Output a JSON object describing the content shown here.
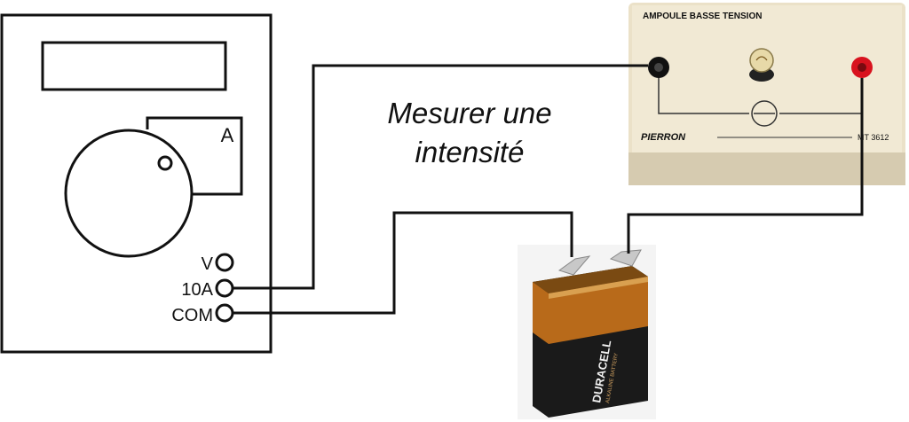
{
  "title": {
    "line1": "Mesurer une",
    "line2": "intensité"
  },
  "multimeter": {
    "range_label": "A",
    "terminals": {
      "v": "V",
      "ten_a": "10A",
      "com": "COM"
    }
  },
  "lamp_box": {
    "label": "AMPOULE BASSE TENSION",
    "brand": "PIERRON",
    "reference": "MT 3612",
    "colors": {
      "body": "#ebe1c8",
      "black_terminal": "#111111",
      "red_terminal": "#d8121e"
    }
  },
  "battery": {
    "brand": "DURACELL",
    "type": "ALKALINE BATTERY",
    "colors": {
      "copper": "#b86a1a",
      "black": "#1a1a1a",
      "contacts": "#c8c8c8"
    }
  }
}
